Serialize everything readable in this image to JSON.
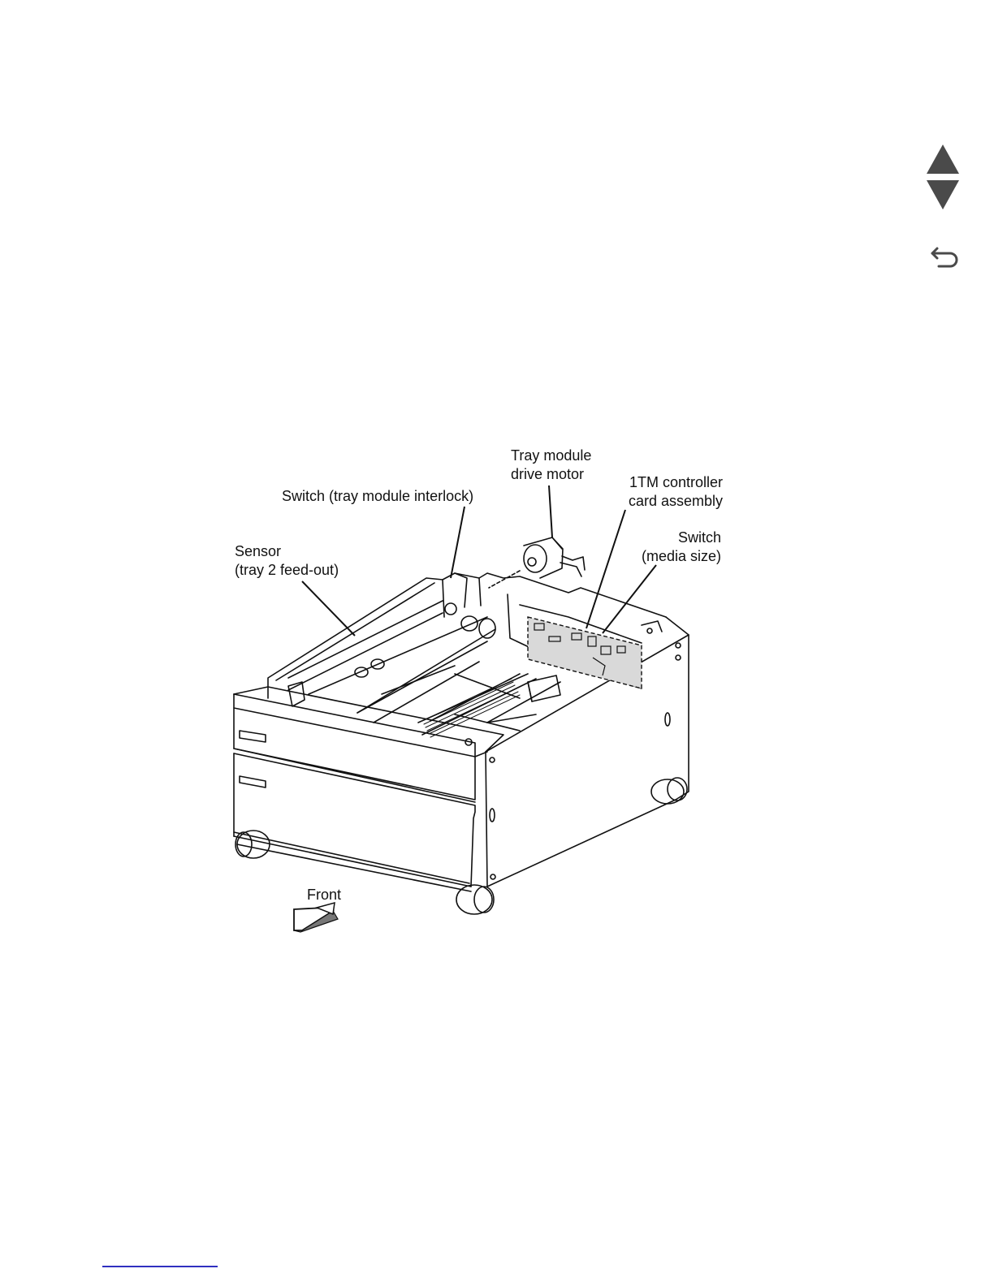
{
  "navigation": {
    "prev_icon": "triangle-up-icon",
    "next_icon": "triangle-down-icon",
    "back_icon": "return-arrow-icon",
    "icon_color": "#4a4a4a"
  },
  "diagram": {
    "callouts": {
      "tray_module_drive_motor": {
        "line1": "Tray module",
        "line2": "drive motor"
      },
      "controller_card": {
        "line1": "1TM controller",
        "line2": "card assembly"
      },
      "switch_interlock": {
        "line1": "Switch (tray module interlock)"
      },
      "switch_media_size": {
        "line1": "Switch",
        "line2": "(media size)"
      },
      "sensor_feed_out": {
        "line1": "Sensor",
        "line2": "(tray 2 feed-out)"
      },
      "front": {
        "line1": "Front"
      }
    },
    "line_color": "#111111",
    "highlight_fill": "#d9d9d9"
  },
  "footer": {
    "link_color": "#3030c0"
  }
}
